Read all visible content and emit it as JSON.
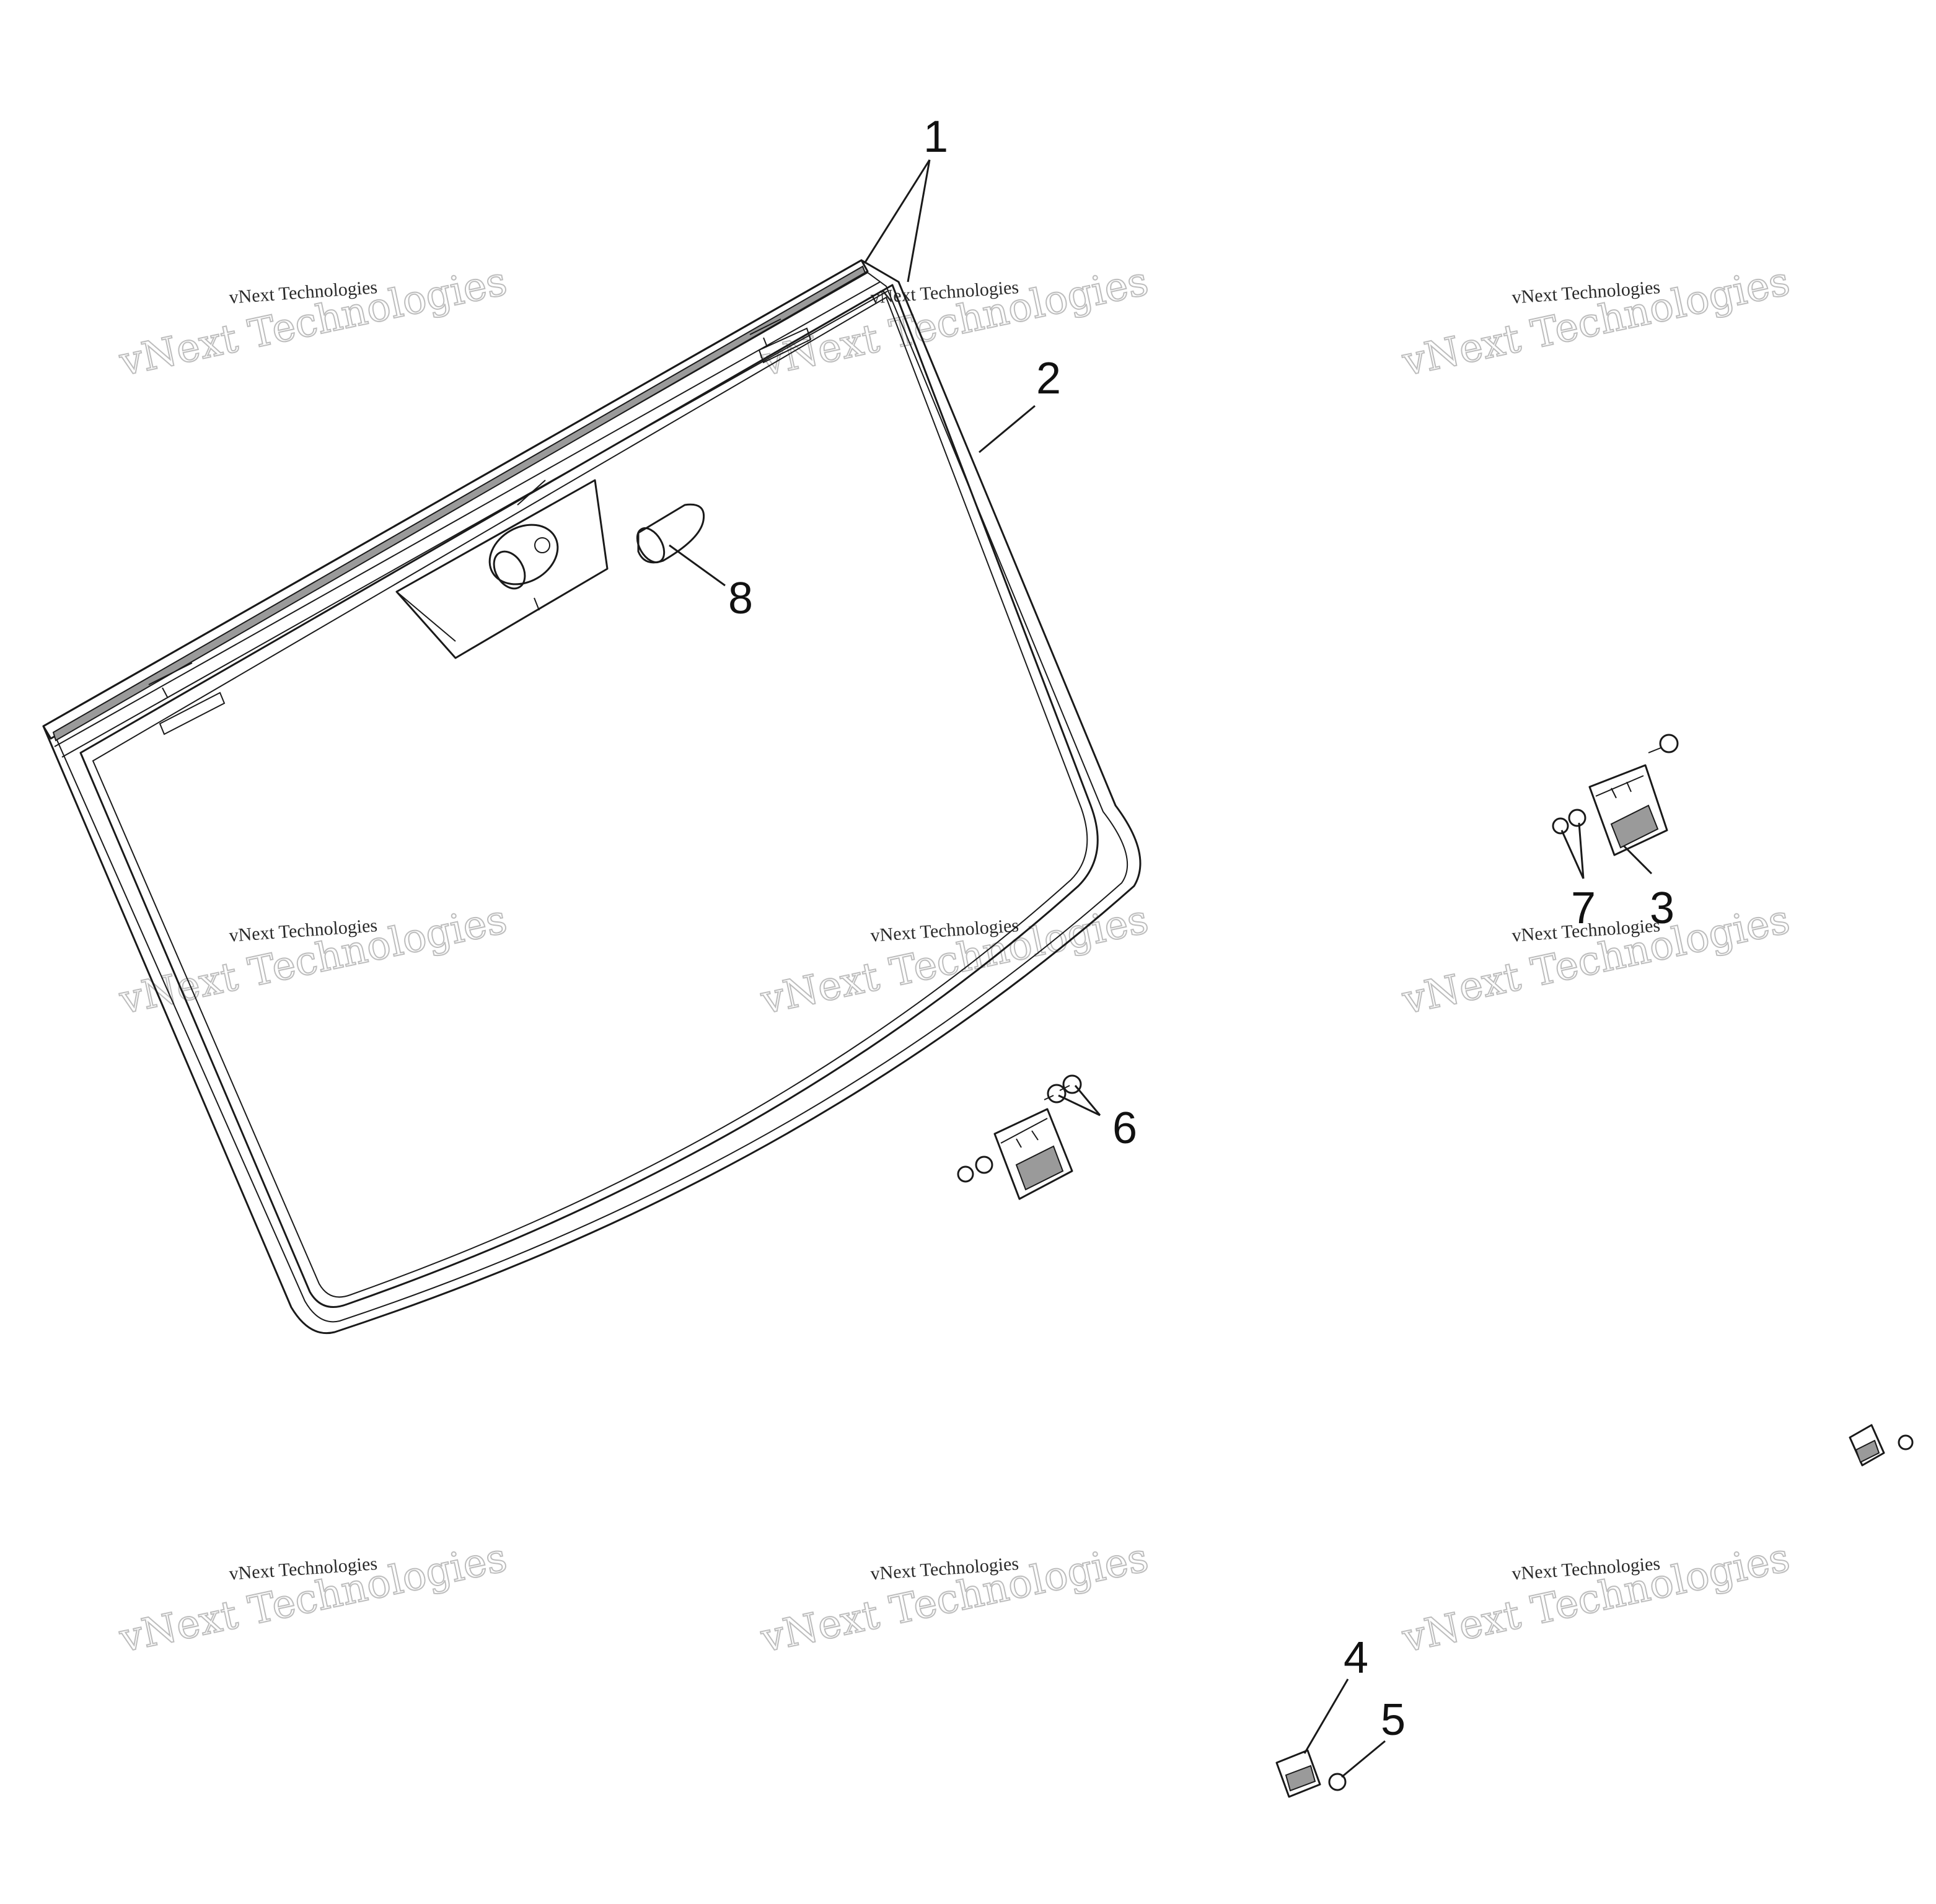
{
  "callouts": [
    {
      "label": "1"
    },
    {
      "label": "2"
    },
    {
      "label": "3"
    },
    {
      "label": "4"
    },
    {
      "label": "5"
    },
    {
      "label": "6"
    },
    {
      "label": "7"
    },
    {
      "label": "8"
    }
  ],
  "watermark": {
    "small": "vNext Technologies",
    "big": "vNext Technologies"
  },
  "colors": {
    "line": "#1a1a1a",
    "watermark_outline": "#bdbdbd",
    "background": "#ffffff"
  }
}
